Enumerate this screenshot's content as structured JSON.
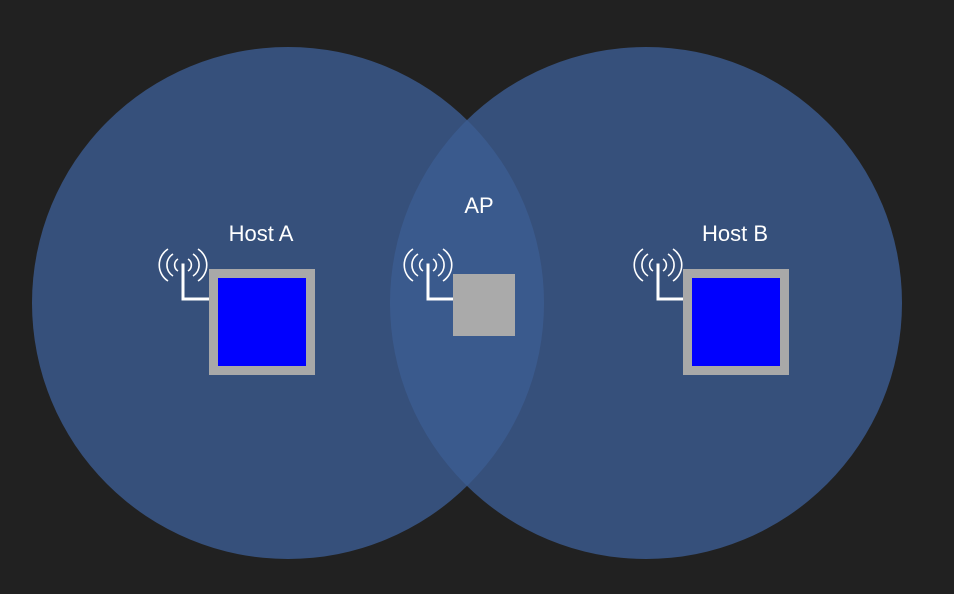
{
  "diagram": {
    "background_color": "#212121",
    "range_color": "#3c5c92",
    "range_opacity": 0.8,
    "nodes": {
      "host_a": {
        "label": "Host A",
        "screen_color": "#0000ff",
        "frame_color": "#a8a8a8"
      },
      "ap": {
        "label": "AP",
        "box_color": "#aaaaaa"
      },
      "host_b": {
        "label": "Host B",
        "screen_color": "#0000ff",
        "frame_color": "#a8a8a8"
      }
    },
    "icons": {
      "antenna": "wireless-antenna-icon",
      "host": "computer-monitor-icon",
      "ap": "access-point-box-icon"
    }
  }
}
